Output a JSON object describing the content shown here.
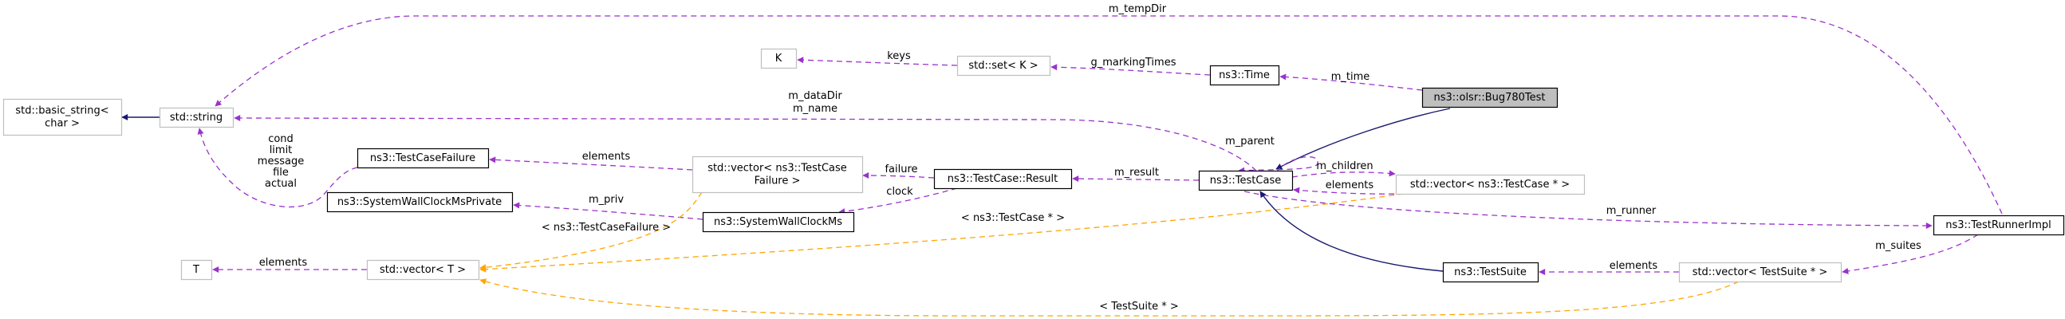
{
  "nodes": {
    "bug780": {
      "lines": [
        "ns3::olsr::Bug780Test"
      ],
      "kind": "focus"
    },
    "testcase": {
      "lines": [
        "ns3::TestCase"
      ],
      "kind": "class"
    },
    "time": {
      "lines": [
        "ns3::Time"
      ],
      "kind": "class"
    },
    "set_k": {
      "lines": [
        "std::set< K >"
      ],
      "kind": "template"
    },
    "k": {
      "lines": [
        "K"
      ],
      "kind": "template"
    },
    "string": {
      "lines": [
        "std::string"
      ],
      "kind": "template"
    },
    "basic_string": {
      "lines": [
        "std::basic_string<",
        "char >"
      ],
      "kind": "template"
    },
    "testcasefailure": {
      "lines": [
        "ns3::TestCaseFailure"
      ],
      "kind": "class"
    },
    "wallclockpriv": {
      "lines": [
        "ns3::SystemWallClockMsPrivate"
      ],
      "kind": "class"
    },
    "vector_failure": {
      "lines": [
        "std::vector< ns3::TestCase",
        "Failure >"
      ],
      "kind": "template"
    },
    "result": {
      "lines": [
        "ns3::TestCase::Result"
      ],
      "kind": "class"
    },
    "wallclock": {
      "lines": [
        "ns3::SystemWallClockMs"
      ],
      "kind": "class"
    },
    "vector_t": {
      "lines": [
        "std::vector< T >"
      ],
      "kind": "template"
    },
    "t": {
      "lines": [
        "T"
      ],
      "kind": "template"
    },
    "vector_testcase": {
      "lines": [
        "std::vector< ns3::TestCase * >"
      ],
      "kind": "template"
    },
    "testsuite": {
      "lines": [
        "ns3::TestSuite"
      ],
      "kind": "class"
    },
    "vector_testsuite": {
      "lines": [
        "std::vector< TestSuite * >"
      ],
      "kind": "template"
    },
    "testrunnerimpl": {
      "lines": [
        "ns3::TestRunnerImpl"
      ],
      "kind": "class"
    }
  },
  "edges": [
    {
      "id": "inherit-bug780-testcase",
      "label": [],
      "style": "inherit"
    },
    {
      "id": "bug780-time",
      "label": [
        "m_time"
      ],
      "style": "member"
    },
    {
      "id": "time-set",
      "label": [
        "g_markingTimes"
      ],
      "style": "member"
    },
    {
      "id": "set-k",
      "label": [
        "keys"
      ],
      "style": "member"
    },
    {
      "id": "testcase-string",
      "label": [
        "m_dataDir",
        "m_name"
      ],
      "style": "member"
    },
    {
      "id": "testrunner-string",
      "label": [
        "m_tempDir"
      ],
      "style": "member"
    },
    {
      "id": "basicstring-string",
      "label": [],
      "style": "inherit"
    },
    {
      "id": "failure-string",
      "label": [
        "cond",
        "limit",
        "message",
        "file",
        "actual"
      ],
      "style": "member"
    },
    {
      "id": "testcase-self",
      "label": [
        "m_parent"
      ],
      "style": "member"
    },
    {
      "id": "testcase-result",
      "label": [
        "m_result"
      ],
      "style": "member"
    },
    {
      "id": "result-vectorfailure",
      "label": [
        "failure"
      ],
      "style": "member"
    },
    {
      "id": "vectorfailure-failure",
      "label": [
        "elements"
      ],
      "style": "member"
    },
    {
      "id": "result-wallclock",
      "label": [
        "clock"
      ],
      "style": "member"
    },
    {
      "id": "wallclock-priv",
      "label": [
        "m_priv"
      ],
      "style": "member"
    },
    {
      "id": "testcase-vectortestcase",
      "label": [
        "m_children"
      ],
      "style": "member"
    },
    {
      "id": "vectortestcase-testcase",
      "label": [
        "elements"
      ],
      "style": "member"
    },
    {
      "id": "testcase-runner",
      "label": [
        "m_runner"
      ],
      "style": "member"
    },
    {
      "id": "vectorfailure-vectort",
      "label": [
        "< ns3::TestCaseFailure >"
      ],
      "style": "template"
    },
    {
      "id": "vectortestcase-vectort",
      "label": [
        "< ns3::TestCase * >"
      ],
      "style": "template"
    },
    {
      "id": "vectortestsuite-vectort",
      "label": [
        "< TestSuite * >"
      ],
      "style": "template"
    },
    {
      "id": "vectort-t",
      "label": [
        "elements"
      ],
      "style": "member"
    },
    {
      "id": "testsuite-testcase",
      "label": [],
      "style": "inherit"
    },
    {
      "id": "vectortestsuite-testsuite",
      "label": [
        "elements"
      ],
      "style": "member"
    },
    {
      "id": "runner-vectortestsuite",
      "label": [
        "m_suites"
      ],
      "style": "member"
    }
  ],
  "colors": {
    "member_edge": "#9a32cd",
    "template_edge": "#ffa500",
    "inherit_edge": "#191970",
    "focus_fill": "#bfbfbf",
    "template_border": "#bfbfbf",
    "class_border": "#000000"
  }
}
